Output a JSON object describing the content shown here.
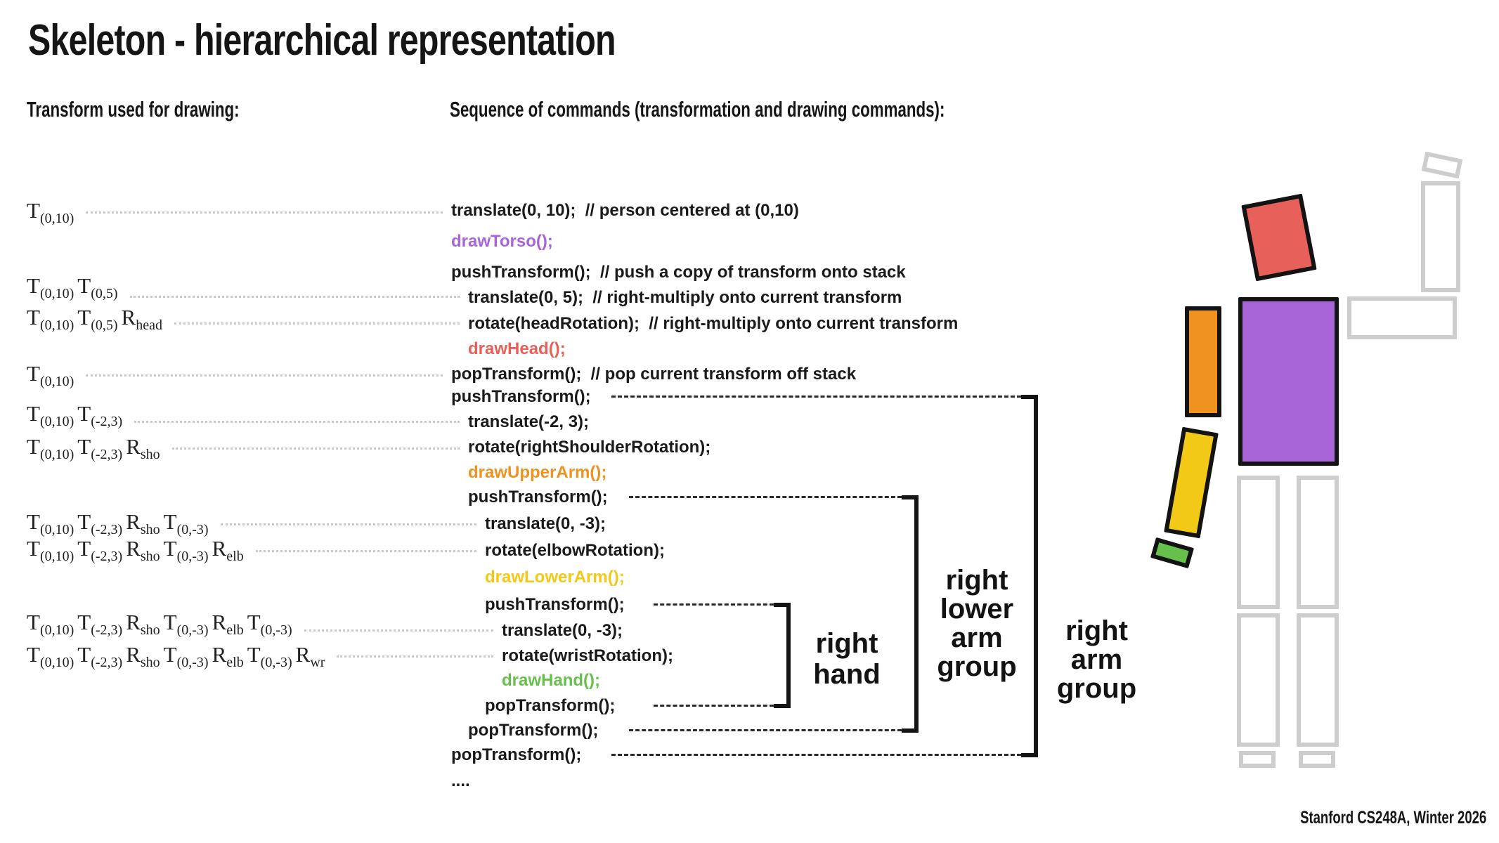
{
  "slide": {
    "title": "Skeleton - hierarchical representation",
    "footer": "Stanford CS248A, Winter 2026"
  },
  "columns": {
    "transforms_header": "Transform used for drawing:",
    "commands_header": "Sequence of commands (transformation and drawing commands):"
  },
  "transforms": {
    "rows": [
      {
        "tokens": [
          {
            "b": "T",
            "s": "(0,10)"
          }
        ]
      },
      {
        "tokens": [
          {
            "b": "T",
            "s": "(0,10)"
          },
          {
            "b": "T",
            "s": "(0,5)"
          }
        ]
      },
      {
        "tokens": [
          {
            "b": "T",
            "s": "(0,10)"
          },
          {
            "b": "T",
            "s": "(0,5)"
          },
          {
            "b": "R",
            "s": "head"
          }
        ]
      },
      {
        "tokens": [
          {
            "b": "T",
            "s": "(0,10)"
          }
        ]
      },
      {
        "tokens": [
          {
            "b": "T",
            "s": "(0,10)"
          },
          {
            "b": "T",
            "s": "(-2,3)"
          }
        ]
      },
      {
        "tokens": [
          {
            "b": "T",
            "s": "(0,10)"
          },
          {
            "b": "T",
            "s": "(-2,3)"
          },
          {
            "b": "R",
            "s": "sho"
          }
        ]
      },
      {
        "tokens": [
          {
            "b": "T",
            "s": "(0,10)"
          },
          {
            "b": "T",
            "s": "(-2,3)"
          },
          {
            "b": "R",
            "s": "sho"
          },
          {
            "b": "T",
            "s": "(0,-3)"
          }
        ]
      },
      {
        "tokens": [
          {
            "b": "T",
            "s": "(0,10)"
          },
          {
            "b": "T",
            "s": "(-2,3)"
          },
          {
            "b": "R",
            "s": "sho"
          },
          {
            "b": "T",
            "s": "(0,-3)"
          },
          {
            "b": "R",
            "s": "elb"
          }
        ]
      },
      {
        "tokens": [
          {
            "b": "T",
            "s": "(0,10)"
          },
          {
            "b": "T",
            "s": "(-2,3)"
          },
          {
            "b": "R",
            "s": "sho"
          },
          {
            "b": "T",
            "s": "(0,-3)"
          },
          {
            "b": "R",
            "s": "elb"
          },
          {
            "b": "T",
            "s": "(0,-3)"
          }
        ]
      },
      {
        "tokens": [
          {
            "b": "T",
            "s": "(0,10)"
          },
          {
            "b": "T",
            "s": "(-2,3)"
          },
          {
            "b": "R",
            "s": "sho"
          },
          {
            "b": "T",
            "s": "(0,-3)"
          },
          {
            "b": "R",
            "s": "elb"
          },
          {
            "b": "T",
            "s": "(0,-3)"
          },
          {
            "b": "R",
            "s": "wr"
          }
        ]
      }
    ]
  },
  "code": {
    "lines": [
      {
        "text": "translate(0, 10);  // person centered at (0,10)",
        "indent": 0
      },
      {
        "text": "drawTorso();",
        "indent": 0,
        "color": "torso"
      },
      {
        "text": "pushTransform();  // push a copy of transform onto stack",
        "indent": 0
      },
      {
        "text": "translate(0, 5);  // right-multiply onto current transform",
        "indent": 1
      },
      {
        "text": "rotate(headRotation);  // right-multiply onto current transform",
        "indent": 1
      },
      {
        "text": "drawHead();",
        "indent": 1,
        "color": "head"
      },
      {
        "text": "popTransform();  // pop current transform off stack",
        "indent": 0
      },
      {
        "text": "pushTransform();",
        "indent": 0
      },
      {
        "text": "translate(-2, 3);",
        "indent": 1
      },
      {
        "text": "rotate(rightShoulderRotation);",
        "indent": 1
      },
      {
        "text": "drawUpperArm();",
        "indent": 1,
        "color": "upper_arm"
      },
      {
        "text": "pushTransform();",
        "indent": 1
      },
      {
        "text": "translate(0, -3);",
        "indent": 2
      },
      {
        "text": "rotate(elbowRotation);",
        "indent": 2
      },
      {
        "text": "drawLowerArm();",
        "indent": 2,
        "color": "lower_arm"
      },
      {
        "text": "pushTransform();",
        "indent": 2
      },
      {
        "text": "translate(0, -3);",
        "indent": 3
      },
      {
        "text": "rotate(wristRotation);",
        "indent": 3
      },
      {
        "text": "drawHand();",
        "indent": 3,
        "color": "hand"
      },
      {
        "text": "popTransform();",
        "indent": 2
      },
      {
        "text": "popTransform();",
        "indent": 1
      },
      {
        "text": "popTransform();",
        "indent": 0
      },
      {
        "text": "....",
        "indent": 0
      }
    ]
  },
  "group_labels": [
    {
      "id": "right-hand",
      "lines": [
        "right",
        "hand"
      ]
    },
    {
      "id": "right-lower-arm-group",
      "lines": [
        "right",
        "lower",
        "arm",
        "group"
      ]
    },
    {
      "id": "right-arm-group",
      "lines": [
        "right",
        "arm",
        "group"
      ]
    }
  ],
  "colors": {
    "torso": "#a765d8",
    "head": "#e8605a",
    "upper_arm": "#f0921f",
    "lower_arm": "#f2c917",
    "hand": "#67c04b",
    "skeleton_outline": "#cdcdcd",
    "code_text": "#1a1a1a",
    "connector_dotted": "#c9c9c9",
    "connector_dashed": "#2a2a2a"
  }
}
